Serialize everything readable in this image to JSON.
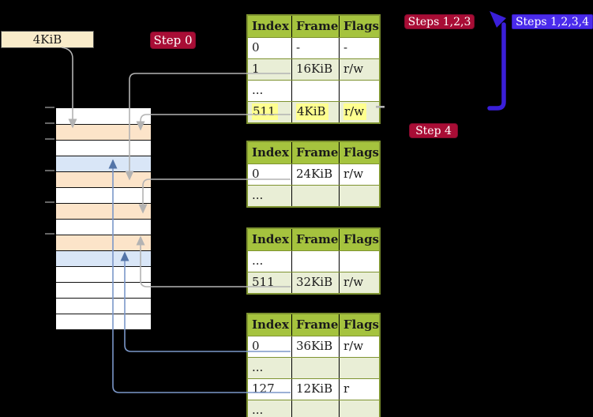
{
  "page_size_label": "4KiB",
  "badges": {
    "step0": {
      "label": "Step 0"
    },
    "steps123": {
      "label": "Steps 1,2,3"
    },
    "steps1234": {
      "label": "Steps 1,2,3,4"
    },
    "step4": {
      "label": "Step 4"
    }
  },
  "colors": {
    "badge_red": "#a80d35",
    "badge_blue": "#4a2beb",
    "table_header_green": "#a5c33e",
    "table_row_green": "#e9eed6",
    "table_border_olive": "#7e9330",
    "highlight_yellow": "#feff8f",
    "mem_peach": "#fce4c9",
    "mem_blue": "#d9e6f7",
    "white": "#ffffff",
    "gray_connector": "#b3b3b3",
    "blue_connector": "#7b97c9",
    "big_arrow_blue": "#3a1fd9",
    "label_box_cream": "#f9ecca"
  },
  "memory_strip": {
    "row_colors": [
      "white",
      "mem_peach",
      "white",
      "mem_blue",
      "mem_peach",
      "white",
      "mem_peach",
      "white",
      "mem_peach",
      "mem_blue",
      "white",
      "white",
      "white",
      "white"
    ]
  },
  "tables": [
    {
      "headers": [
        "Index",
        "Frame",
        "Flags"
      ],
      "rows": [
        {
          "c": [
            "0",
            "-",
            "-"
          ]
        },
        {
          "c": [
            "1",
            "16KiB",
            "r/w"
          ]
        },
        {
          "c": [
            "...",
            "",
            ""
          ]
        },
        {
          "c": [
            "511",
            "4KiB",
            "r/w"
          ]
        }
      ]
    },
    {
      "headers": [
        "Index",
        "Frame",
        "Flags"
      ],
      "rows": [
        {
          "c": [
            "0",
            "24KiB",
            "r/w"
          ]
        },
        {
          "c": [
            "...",
            "",
            ""
          ]
        }
      ]
    },
    {
      "headers": [
        "Index",
        "Frame",
        "Flags"
      ],
      "rows": [
        {
          "c": [
            "...",
            "",
            ""
          ]
        },
        {
          "c": [
            "511",
            "32KiB",
            "r/w"
          ]
        }
      ]
    },
    {
      "headers": [
        "Index",
        "Frame",
        "Flags"
      ],
      "rows": [
        {
          "c": [
            "0",
            "36KiB",
            "r/w"
          ]
        },
        {
          "c": [
            "...",
            "",
            ""
          ]
        },
        {
          "c": [
            "127",
            "12KiB",
            "r"
          ]
        },
        {
          "c": [
            "...",
            "",
            ""
          ]
        }
      ]
    }
  ]
}
